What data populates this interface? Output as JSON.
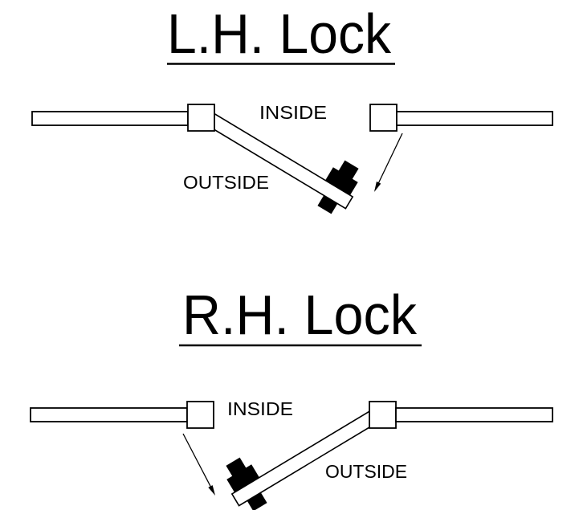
{
  "colors": {
    "ink": "#000000",
    "paper": "#ffffff"
  },
  "diagrams": [
    {
      "title": "L.H. Lock",
      "labels": {
        "inside": "INSIDE",
        "outside": "OUTSIDE"
      }
    },
    {
      "title": "R.H. Lock",
      "labels": {
        "inside": "INSIDE",
        "outside": "OUTSIDE"
      }
    }
  ]
}
